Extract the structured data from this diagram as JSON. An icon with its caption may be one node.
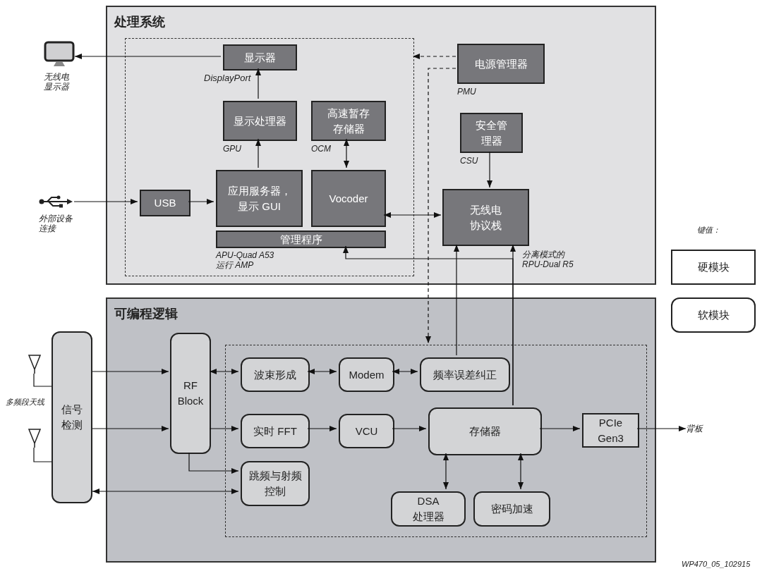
{
  "diagram": {
    "nodes": [
      {
        "text": [
          "处理系统"
        ]
      },
      {
        "text": [],
        "shape": "box",
        "in": 0
      },
      {
        "text": [
          "显示器"
        ],
        "in": 1
      },
      {
        "text": [
          "显示处理器"
        ],
        "in": 1,
        "beside": [
          "GPU"
        ]
      },
      {
        "text": [
          "高速暂存存储器"
        ],
        "in": 1,
        "beside": [
          "OCM"
        ]
      },
      {
        "text": [
          "应用服务器，显示 GUI"
        ],
        "in": 1
      },
      {
        "text": [
          "Vocoder"
        ],
        "in": 1
      },
      {
        "text": [
          "USB"
        ],
        "in": 1
      },
      {
        "text": [
          "管理程序"
        ],
        "in": 1,
        "beside": [
          "APU-Quad A53 运行 AMP"
        ]
      },
      {
        "text": [
          "电源管理器"
        ],
        "in": 0,
        "beside": [
          "PMU"
        ]
      },
      {
        "text": [
          "安全管理器"
        ],
        "in": 0,
        "beside": [
          "CSU"
        ]
      },
      {
        "text": [
          "无线电协议栈"
        ],
        "in": 0,
        "beside": [
          "分离模式的 RPU-Dual R5"
        ]
      },
      {
        "text": [],
        "shape": "monitor",
        "beside": [
          "无线电显示器"
        ]
      },
      {
        "text": [],
        "shape": "icon",
        "beside": [
          "外部设备连接"
        ]
      },
      {
        "text": [
          "可编程逻辑"
        ]
      },
      {
        "text": [],
        "shape": "box",
        "in": 14
      },
      {
        "text": [
          "信号检测"
        ]
      },
      {
        "text": [
          "RF Block"
        ],
        "in": 14
      },
      {
        "text": [
          "波束形成"
        ],
        "in": 15
      },
      {
        "text": [
          "Modem"
        ],
        "in": 15
      },
      {
        "text": [
          "频率误差纠正"
        ],
        "in": 15
      },
      {
        "text": [
          "实时 FFT"
        ],
        "in": 15
      },
      {
        "text": [
          "VCU"
        ],
        "in": 15
      },
      {
        "text": [
          "存储器"
        ],
        "in": 15
      },
      {
        "text": [
          "PCIe Gen3"
        ],
        "in": 15
      },
      {
        "text": [
          "跳频与射频控制"
        ],
        "in": 15
      },
      {
        "text": [
          "DSA 处理器"
        ],
        "in": 15
      },
      {
        "text": [
          "密码加速"
        ],
        "in": 15
      },
      {
        "text": [],
        "shape": "antenna"
      },
      {
        "text": [],
        "shape": "antenna"
      },
      {
        "text": [
          "背板"
        ]
      }
    ],
    "edges": [
      {
        "from": 2,
        "to": 12,
        "arrow": "to"
      },
      {
        "from": 3,
        "to": 2,
        "arrow": "to",
        "label": "DisplayPort"
      },
      {
        "from": 5,
        "to": 3,
        "arrow": "to"
      },
      {
        "from": 4,
        "to": 6,
        "arrow": "both"
      },
      {
        "from": 13,
        "to": 7,
        "arrow": "to"
      },
      {
        "from": 7,
        "to": 5,
        "arrow": "to"
      },
      {
        "from": 6,
        "to": 11,
        "arrow": "both"
      },
      {
        "from": 9,
        "to": 1,
        "arrow": "to",
        "style": "dashed"
      },
      {
        "from": 9,
        "to": 15,
        "arrow": "to",
        "style": "dashed"
      },
      {
        "from": 10,
        "to": 11,
        "arrow": "to"
      },
      {
        "from": 20,
        "to": 11,
        "arrow": "to"
      },
      {
        "from": 23,
        "to": 11,
        "arrow": "to"
      },
      {
        "from": 23,
        "to": 8,
        "arrow": "to"
      },
      {
        "from": 16,
        "to": 17,
        "arrow": "to"
      },
      {
        "from": 16,
        "to": 17,
        "arrow": "to"
      },
      {
        "from": 17,
        "to": 18,
        "arrow": "both"
      },
      {
        "from": 18,
        "to": 19,
        "arrow": "both"
      },
      {
        "from": 19,
        "to": 20,
        "arrow": "both"
      },
      {
        "from": 17,
        "to": 21,
        "arrow": "to"
      },
      {
        "from": 21,
        "to": 22,
        "arrow": "to"
      },
      {
        "from": 22,
        "to": 23,
        "arrow": "to"
      },
      {
        "from": 23,
        "to": 24,
        "arrow": "to"
      },
      {
        "from": 24,
        "to": 30,
        "arrow": "to"
      },
      {
        "from": 17,
        "to": 25,
        "arrow": "to"
      },
      {
        "from": 25,
        "to": 16,
        "arrow": "both"
      },
      {
        "from": 23,
        "to": 26,
        "arrow": "both"
      },
      {
        "from": 23,
        "to": 27,
        "arrow": "both"
      },
      {
        "from": 28,
        "to": 16,
        "arrow": "none"
      },
      {
        "from": 29,
        "to": 16,
        "arrow": "none"
      }
    ],
    "labels": [
      "多频段天线",
      "键值：",
      "WP470_05_102915"
    ],
    "legend": [
      {
        "text": "硬模块"
      },
      {
        "text": "软模块"
      }
    ]
  }
}
